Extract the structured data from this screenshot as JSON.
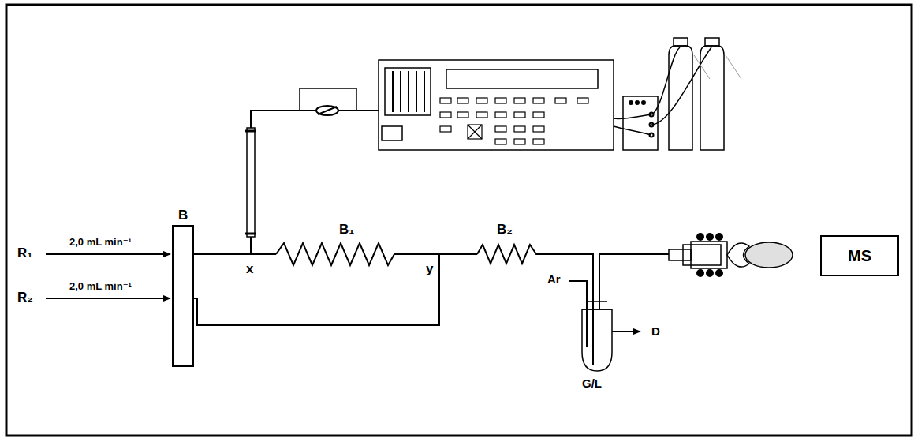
{
  "diagram": {
    "nodes": [
      {
        "text": [
          "B"
        ]
      },
      {
        "text": [
          "MS"
        ]
      }
    ],
    "labels": [
      "R₁",
      "2,0 mL min⁻¹",
      "R₂",
      "2,0 mL min⁻¹",
      "x",
      "B₁",
      "y",
      "B₂",
      "Ar",
      "D",
      "G/L"
    ]
  }
}
